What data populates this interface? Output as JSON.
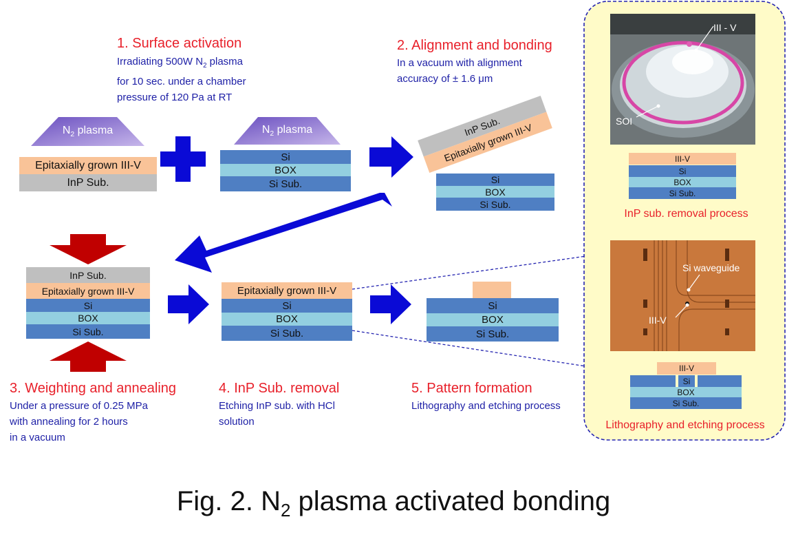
{
  "steps": {
    "s1": {
      "title": "1. Surface activation",
      "lines": [
        "Irradiating 500W N",
        "for 10 sec. under a chamber",
        "pressure of 120 Pa at RT"
      ],
      "line1_sub": "2",
      "line1_tail": " plasma"
    },
    "s2": {
      "title": "2. Alignment and bonding",
      "lines": [
        "In a vacuum with alignment",
        "accuracy of ± 1.6 μm"
      ]
    },
    "s3": {
      "title": "3. Weighting and annealing",
      "lines": [
        "Under a pressure of 0.25 MPa",
        "with annealing for 2 hours",
        "in a vacuum"
      ]
    },
    "s4": {
      "title": "4. InP Sub. removal",
      "lines": [
        "Etching InP sub. with HCl",
        "solution"
      ]
    },
    "s5": {
      "title": "5. Pattern formation",
      "lines": [
        "Lithography and etching process"
      ]
    }
  },
  "plasma": {
    "prefix": "N",
    "sub": "2",
    "suffix": " plasma"
  },
  "layers": {
    "epi": "Epitaxially grown III-V",
    "inp": "InP Sub.",
    "si": "Si",
    "box": "BOX",
    "sisub": "Si Sub.",
    "iiiv": "III-V"
  },
  "panel": {
    "photo1_labels": {
      "iiiv": "III - V",
      "soi": "SOI"
    },
    "photo1_caption": "InP sub. removal process",
    "photo2_labels": {
      "waveguide": "Si waveguide",
      "iiiv": "III-V"
    },
    "photo2_caption": "Lithography and etching process"
  },
  "caption": {
    "prefix": "Fig. 2. N",
    "sub": "2",
    "suffix": " plasma activated bonding"
  },
  "colors": {
    "si": "#4f7fc3",
    "box": "#93cfe0",
    "iiiv": "#f9c398",
    "inp": "#bfbfbf",
    "arrow_blue": "#0a0ad6",
    "arrow_red": "#c00000",
    "title_red": "#e8202a",
    "text_blue": "#1d1fa6",
    "panel_bg": "#fffbc8",
    "panel_border": "#2424b0"
  }
}
